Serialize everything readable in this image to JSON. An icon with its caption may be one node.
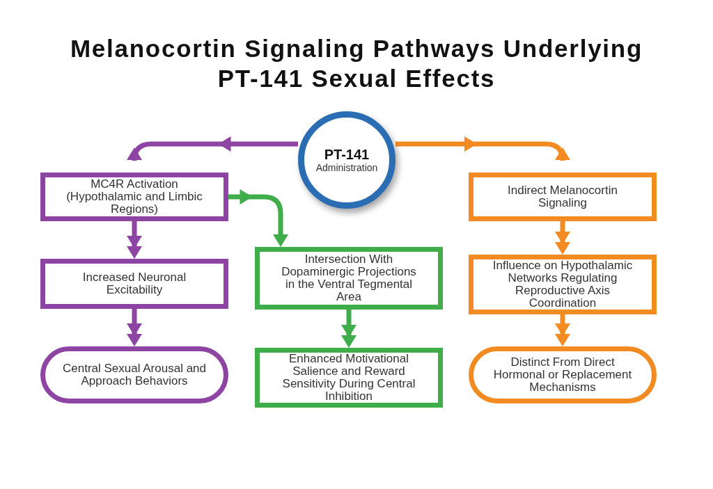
{
  "diagram": {
    "title": "Melanocortin Signaling Pathways Underlying PT-141 Sexual Effects",
    "nodes": [
      {
        "text": [
          "PT-141",
          "Administration"
        ]
      },
      {
        "text": [
          "MC4R Activation (Hypothalamic and Limbic Regions)"
        ]
      },
      {
        "text": [
          "Indirect Melanocortin Signaling"
        ]
      },
      {
        "text": [
          "Increased Neuronal Excitability"
        ]
      },
      {
        "text": [
          "Intersection With Dopaminergic Projections in the Ventral Tegmental Area"
        ]
      },
      {
        "text": [
          "Influence on Hypothalamic Networks Regulating Reproductive Axis Coordination"
        ]
      },
      {
        "text": [
          "Central Sexual Arousal and Approach Behaviors"
        ]
      },
      {
        "text": [
          "Enhanced Motivational Salience and Reward Sensitivity During Central Inhibition"
        ]
      },
      {
        "text": [
          "Distinct From Direct Hormonal or Replacement Mechanisms"
        ]
      }
    ],
    "edges": [
      {
        "from": 0,
        "to": 1,
        "arrow": "to",
        "color": "#8e44a3"
      },
      {
        "from": 0,
        "to": 2,
        "arrow": "to",
        "color": "#f28b22"
      },
      {
        "from": 1,
        "to": 4,
        "arrow": "to",
        "color": "#3fad4a"
      },
      {
        "from": 1,
        "to": 3,
        "arrow": "to",
        "color": "#8e44a3"
      },
      {
        "from": 2,
        "to": 5,
        "arrow": "to",
        "color": "#f28b22"
      },
      {
        "from": 3,
        "to": 6,
        "arrow": "to",
        "color": "#8e44a3"
      },
      {
        "from": 4,
        "to": 7,
        "arrow": "to",
        "color": "#3fad4a"
      },
      {
        "from": 5,
        "to": 8,
        "arrow": "to",
        "color": "#f28b22"
      }
    ]
  }
}
